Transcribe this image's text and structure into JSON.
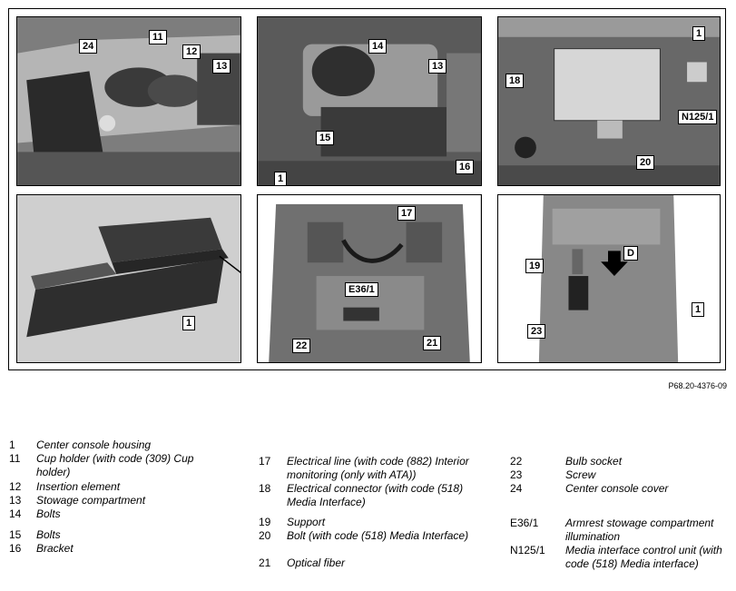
{
  "figure_code": "P68.20-4376-09",
  "panels": {
    "p1": [
      "24",
      "11",
      "12",
      "13"
    ],
    "p2": [
      "14",
      "13",
      "15",
      "1",
      "16"
    ],
    "p3": [
      "1",
      "18",
      "N125/1",
      "20"
    ],
    "p4": [
      "1"
    ],
    "p5": [
      "17",
      "E36/1",
      "22",
      "21"
    ],
    "p6": [
      "19",
      "D",
      "1",
      "23"
    ]
  },
  "legend_col1": [
    {
      "num": "1",
      "text": "Center console housing"
    },
    {
      "num": "11",
      "text": "Cup holder (with code (309) Cup holder)"
    },
    {
      "num": "12",
      "text": "Insertion element"
    },
    {
      "num": "13",
      "text": "Stowage compartment"
    },
    {
      "num": "14",
      "text": "Bolts"
    },
    {
      "num": "15",
      "text": "Bolts"
    },
    {
      "num": "16",
      "text": "Bracket"
    }
  ],
  "legend_col2": [
    {
      "num": "17",
      "text": "Electrical line (with code (882) Interior monitoring (only with ATA))"
    },
    {
      "num": "18",
      "text": "Electrical connector (with code (518) Media Interface)"
    },
    {
      "num": "19",
      "text": "Support"
    },
    {
      "num": "20",
      "text": "Bolt (with code (518) Media Interface)"
    },
    {
      "num": "21",
      "text": "Optical fiber"
    }
  ],
  "legend_col3": [
    {
      "num": "22",
      "text": "Bulb socket"
    },
    {
      "num": "23",
      "text": "Screw"
    },
    {
      "num": "24",
      "text": "Center console cover"
    },
    {
      "num": "E36/1",
      "text": "Armrest stowage compartment illumination"
    },
    {
      "num": "N125/1",
      "text": "Media interface control unit (with code (518) Media interface)"
    }
  ]
}
